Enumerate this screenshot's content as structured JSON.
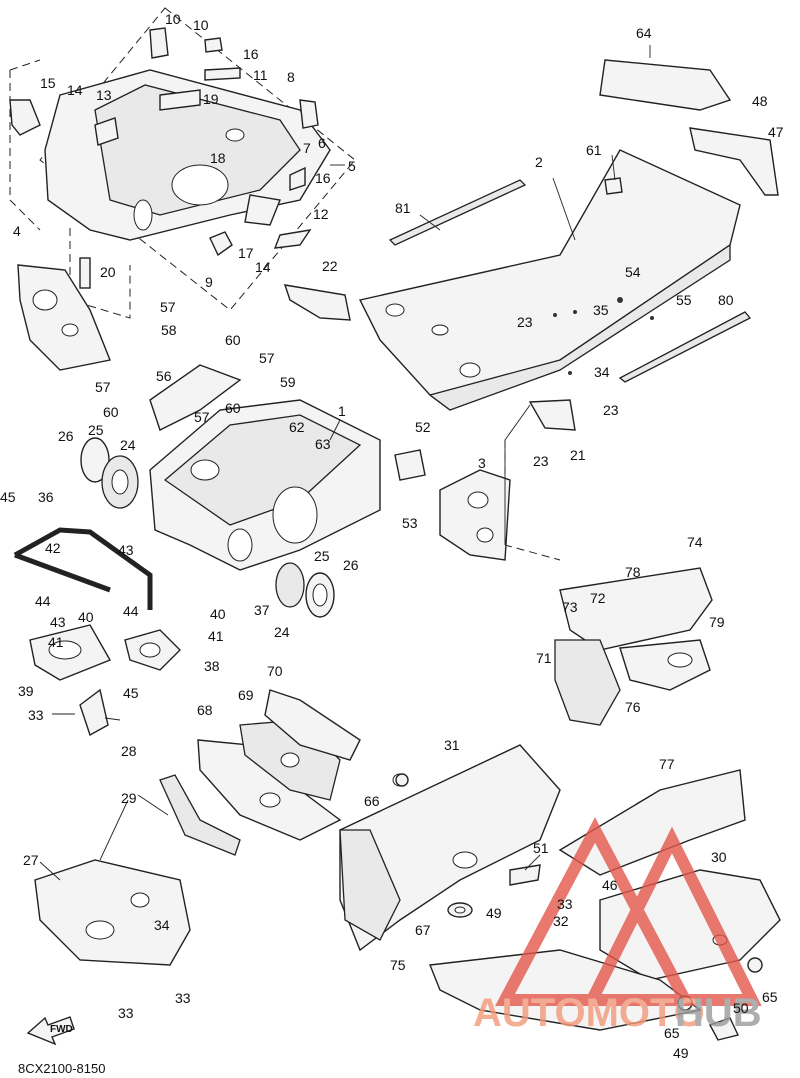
{
  "diagram": {
    "code": "8CX2100-8150",
    "direction_label": "FWD",
    "watermark": {
      "text": "AUTOMOTOHUB",
      "part1": "AUTOMOTO",
      "part2": "HUB",
      "color_main": "#f29a7a",
      "color_hub": "#9a9a9a",
      "triangle_color": "#e4574c"
    },
    "callouts": [
      {
        "id": "c10a",
        "text": "10"
      },
      {
        "id": "c10b",
        "text": "10"
      },
      {
        "id": "c16a",
        "text": "16"
      },
      {
        "id": "c11",
        "text": "11"
      },
      {
        "id": "c15",
        "text": "15"
      },
      {
        "id": "c14a",
        "text": "14"
      },
      {
        "id": "c13",
        "text": "13"
      },
      {
        "id": "c19",
        "text": "19"
      },
      {
        "id": "c8",
        "text": "8"
      },
      {
        "id": "c6",
        "text": "6"
      },
      {
        "id": "c18",
        "text": "18"
      },
      {
        "id": "c7",
        "text": "7"
      },
      {
        "id": "c5",
        "text": "5"
      },
      {
        "id": "c16b",
        "text": "16"
      },
      {
        "id": "c12",
        "text": "12"
      },
      {
        "id": "c17",
        "text": "17"
      },
      {
        "id": "c14b",
        "text": "14"
      },
      {
        "id": "c9",
        "text": "9"
      },
      {
        "id": "c4",
        "text": "4"
      },
      {
        "id": "c20",
        "text": "20"
      },
      {
        "id": "c22",
        "text": "22"
      },
      {
        "id": "c64",
        "text": "64"
      },
      {
        "id": "c48",
        "text": "48"
      },
      {
        "id": "c47",
        "text": "47"
      },
      {
        "id": "c61",
        "text": "61"
      },
      {
        "id": "c2",
        "text": "2"
      },
      {
        "id": "c81",
        "text": "81"
      },
      {
        "id": "c54",
        "text": "54"
      },
      {
        "id": "c55",
        "text": "55"
      },
      {
        "id": "c80",
        "text": "80"
      },
      {
        "id": "c23a",
        "text": "23"
      },
      {
        "id": "c35",
        "text": "35"
      },
      {
        "id": "c34a",
        "text": "34"
      },
      {
        "id": "c23b",
        "text": "23"
      },
      {
        "id": "c23c",
        "text": "23"
      },
      {
        "id": "c21",
        "text": "21"
      },
      {
        "id": "c57a",
        "text": "57"
      },
      {
        "id": "c58",
        "text": "58"
      },
      {
        "id": "c60a",
        "text": "60"
      },
      {
        "id": "c57b",
        "text": "57"
      },
      {
        "id": "c59",
        "text": "59"
      },
      {
        "id": "c57c",
        "text": "57"
      },
      {
        "id": "c56",
        "text": "56"
      },
      {
        "id": "c60b",
        "text": "60"
      },
      {
        "id": "c57d",
        "text": "57"
      },
      {
        "id": "c60c",
        "text": "60"
      },
      {
        "id": "c1",
        "text": "1"
      },
      {
        "id": "c62",
        "text": "62"
      },
      {
        "id": "c63",
        "text": "63"
      },
      {
        "id": "c26a",
        "text": "26"
      },
      {
        "id": "c25a",
        "text": "25"
      },
      {
        "id": "c24a",
        "text": "24"
      },
      {
        "id": "c52",
        "text": "52"
      },
      {
        "id": "c3",
        "text": "3"
      },
      {
        "id": "c53",
        "text": "53"
      },
      {
        "id": "c45a",
        "text": "45"
      },
      {
        "id": "c36",
        "text": "36"
      },
      {
        "id": "c42",
        "text": "42"
      },
      {
        "id": "c43a",
        "text": "43"
      },
      {
        "id": "c25b",
        "text": "25"
      },
      {
        "id": "c26b",
        "text": "26"
      },
      {
        "id": "c37",
        "text": "37"
      },
      {
        "id": "c24b",
        "text": "24"
      },
      {
        "id": "c74",
        "text": "74"
      },
      {
        "id": "c78",
        "text": "78"
      },
      {
        "id": "c73",
        "text": "73"
      },
      {
        "id": "c72",
        "text": "72"
      },
      {
        "id": "c79",
        "text": "79"
      },
      {
        "id": "c71",
        "text": "71"
      },
      {
        "id": "c76",
        "text": "76"
      },
      {
        "id": "c44a",
        "text": "44"
      },
      {
        "id": "c40a",
        "text": "40"
      },
      {
        "id": "c44b",
        "text": "44"
      },
      {
        "id": "c40b",
        "text": "40"
      },
      {
        "id": "c43b",
        "text": "43"
      },
      {
        "id": "c41a",
        "text": "41"
      },
      {
        "id": "c41b",
        "text": "41"
      },
      {
        "id": "c38",
        "text": "38"
      },
      {
        "id": "c39",
        "text": "39"
      },
      {
        "id": "c45b",
        "text": "45"
      },
      {
        "id": "c33a",
        "text": "33"
      },
      {
        "id": "c28",
        "text": "28"
      },
      {
        "id": "c70",
        "text": "70"
      },
      {
        "id": "c69",
        "text": "69"
      },
      {
        "id": "c68",
        "text": "68"
      },
      {
        "id": "c31",
        "text": "31"
      },
      {
        "id": "c77",
        "text": "77"
      },
      {
        "id": "c66",
        "text": "66"
      },
      {
        "id": "c29",
        "text": "29"
      },
      {
        "id": "c51",
        "text": "51"
      },
      {
        "id": "c30",
        "text": "30"
      },
      {
        "id": "c27",
        "text": "27"
      },
      {
        "id": "c46",
        "text": "46"
      },
      {
        "id": "c49a",
        "text": "49"
      },
      {
        "id": "c33b",
        "text": "33"
      },
      {
        "id": "c32",
        "text": "32"
      },
      {
        "id": "c34b",
        "text": "34"
      },
      {
        "id": "c67",
        "text": "67"
      },
      {
        "id": "c75",
        "text": "75"
      },
      {
        "id": "c65a",
        "text": "65"
      },
      {
        "id": "c33c",
        "text": "33"
      },
      {
        "id": "c33d",
        "text": "33"
      },
      {
        "id": "c65b",
        "text": "65"
      },
      {
        "id": "c50",
        "text": "50"
      },
      {
        "id": "c49b",
        "text": "49"
      }
    ]
  }
}
